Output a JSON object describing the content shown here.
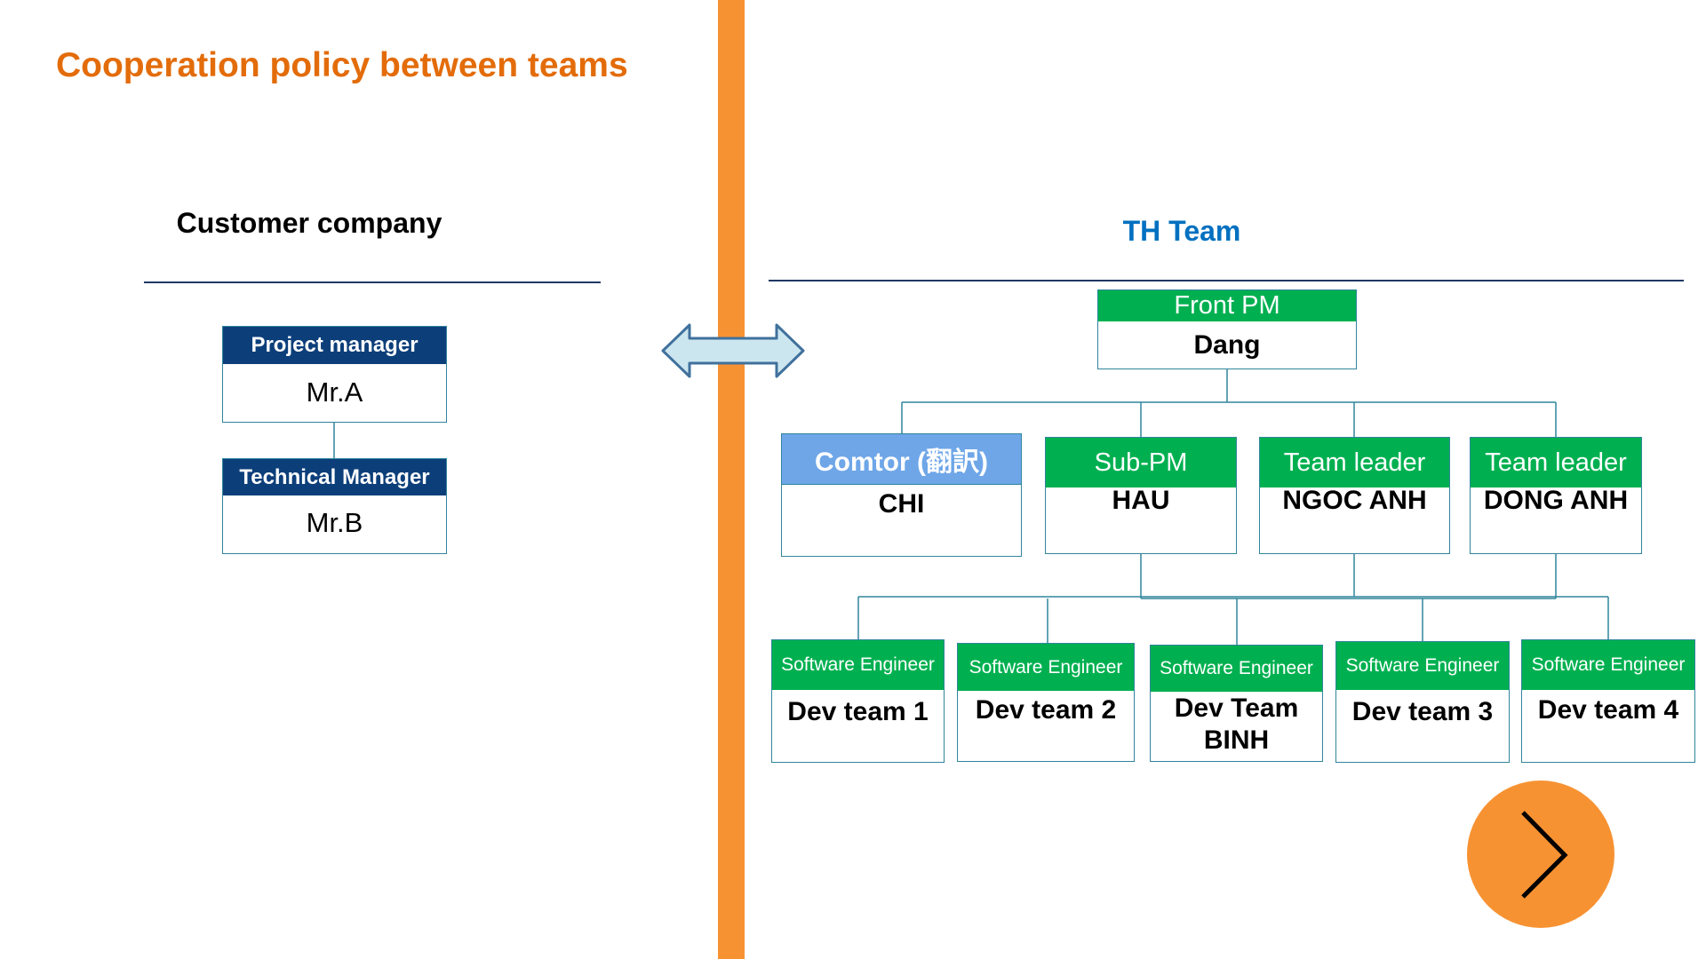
{
  "slide": {
    "title": "Cooperation policy between teams"
  },
  "colors": {
    "title_orange": "#e36c0a",
    "divider_orange": "#f79232",
    "navy_header": "#0c3f7a",
    "green_header": "#00b050",
    "blue_header": "#6ea6e8",
    "th_team_blue": "#0070c0",
    "connector": "#31859c"
  },
  "customer": {
    "title": "Customer company",
    "boxes": [
      {
        "role": "Project manager",
        "name": "Mr.A"
      },
      {
        "role": "Technical Manager",
        "name": "Mr.B"
      }
    ]
  },
  "relationship_icon": "double-arrow-icon",
  "th_team": {
    "title": "TH Team",
    "front_pm": {
      "role": "Front PM",
      "name": "Dang"
    },
    "level2": [
      {
        "role": "Comtor (翻訳)",
        "name": "CHI"
      },
      {
        "role": "Sub-PM",
        "name": "HAU"
      },
      {
        "role": "Team leader",
        "name": "NGOC ANH"
      },
      {
        "role": "Team leader",
        "name": "DONG ANH"
      }
    ],
    "engineers": [
      {
        "role": "Software Engineer",
        "name": "Dev team 1"
      },
      {
        "role": "Software Engineer",
        "name": "Dev team 2"
      },
      {
        "role": "Software Engineer",
        "name": "Dev Team BINH"
      },
      {
        "role": "Software Engineer",
        "name": "Dev team 3"
      },
      {
        "role": "Software Engineer",
        "name": "Dev team 4"
      }
    ]
  },
  "navigation": {
    "next_icon": "chevron-right-icon"
  }
}
